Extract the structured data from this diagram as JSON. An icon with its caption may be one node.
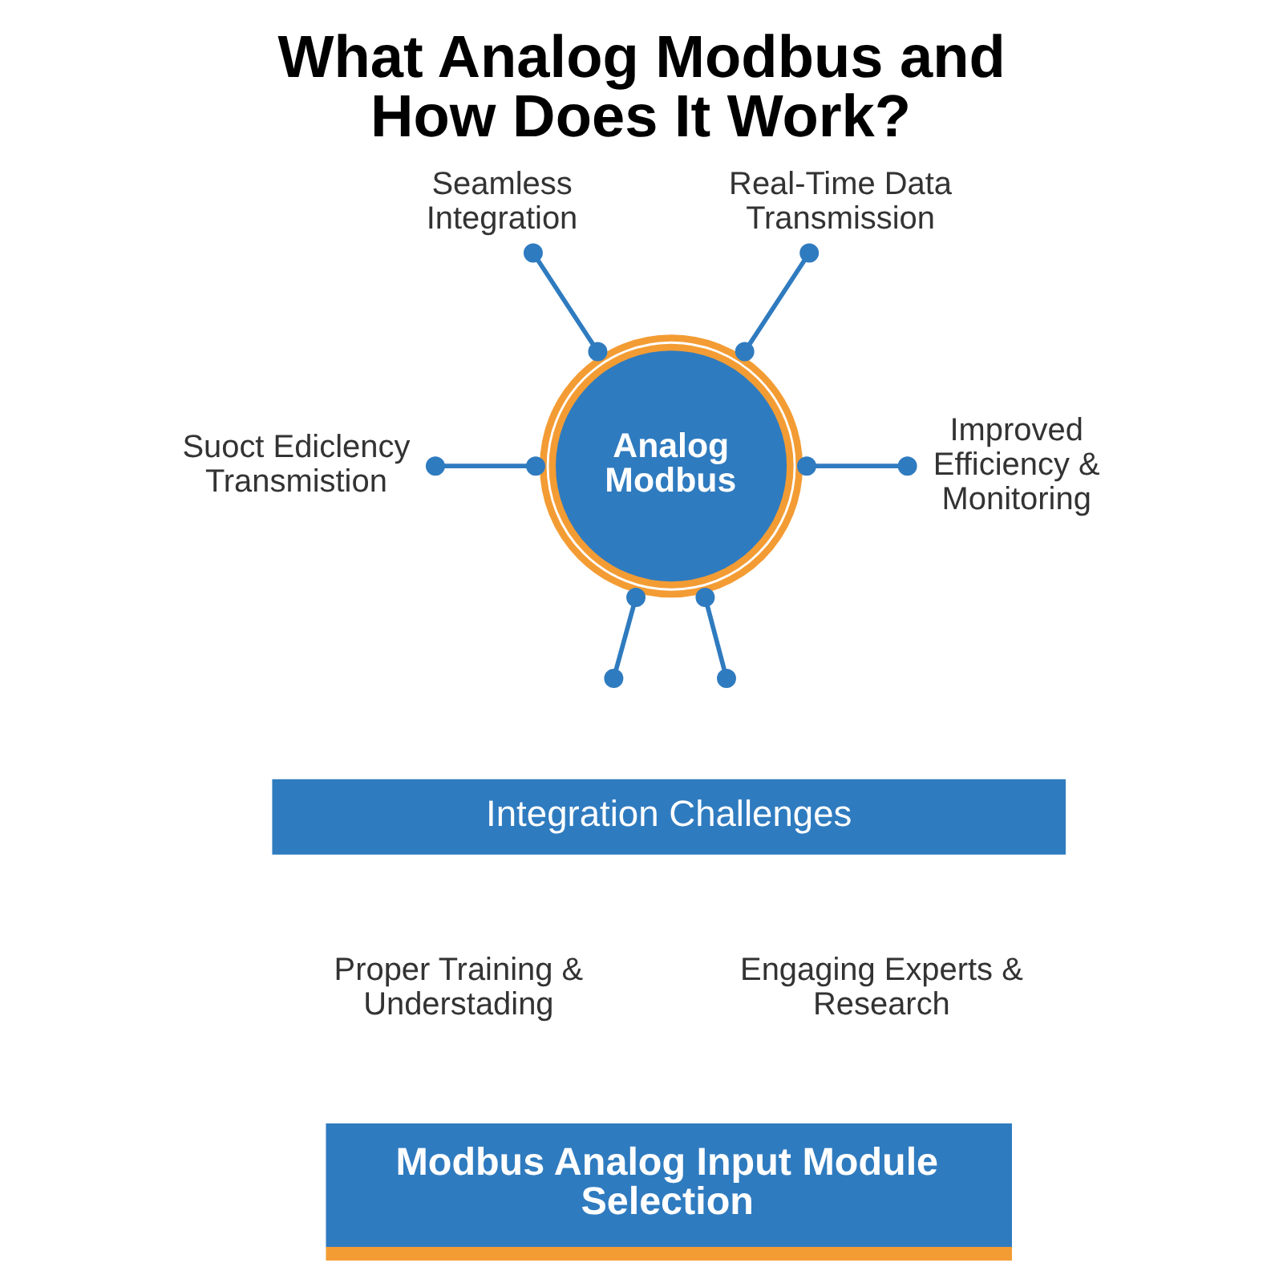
{
  "diagram": {
    "title": "What Analog Modbus and How Does It Work?",
    "nodes": [
      {
        "text": [
          "Seamless Integration"
        ]
      },
      {
        "text": [
          "Real-Time Data Transmission"
        ]
      },
      {
        "text": [
          "Suoct Ediclency Transmistion"
        ]
      },
      {
        "text": [
          "Analog Modbus"
        ]
      },
      {
        "text": [
          "Improved Efficiency & Monitoring"
        ]
      },
      {
        "text": [
          "Integration Challenges"
        ]
      },
      {
        "text": [
          "Modbus Analog Input Module Selection"
        ]
      }
    ],
    "edges": [
      {
        "from": 0,
        "to": 3,
        "arrow": "other"
      },
      {
        "from": 1,
        "to": 3,
        "arrow": "other"
      },
      {
        "from": 2,
        "to": 3,
        "arrow": "other"
      },
      {
        "from": 3,
        "to": 4,
        "arrow": "other"
      },
      {
        "from": 3,
        "to": null,
        "arrow": "other"
      },
      {
        "from": 3,
        "to": null,
        "arrow": "other"
      }
    ],
    "labels": [
      "Proper Training & Understading",
      "Engaging Experts & Research"
    ]
  }
}
